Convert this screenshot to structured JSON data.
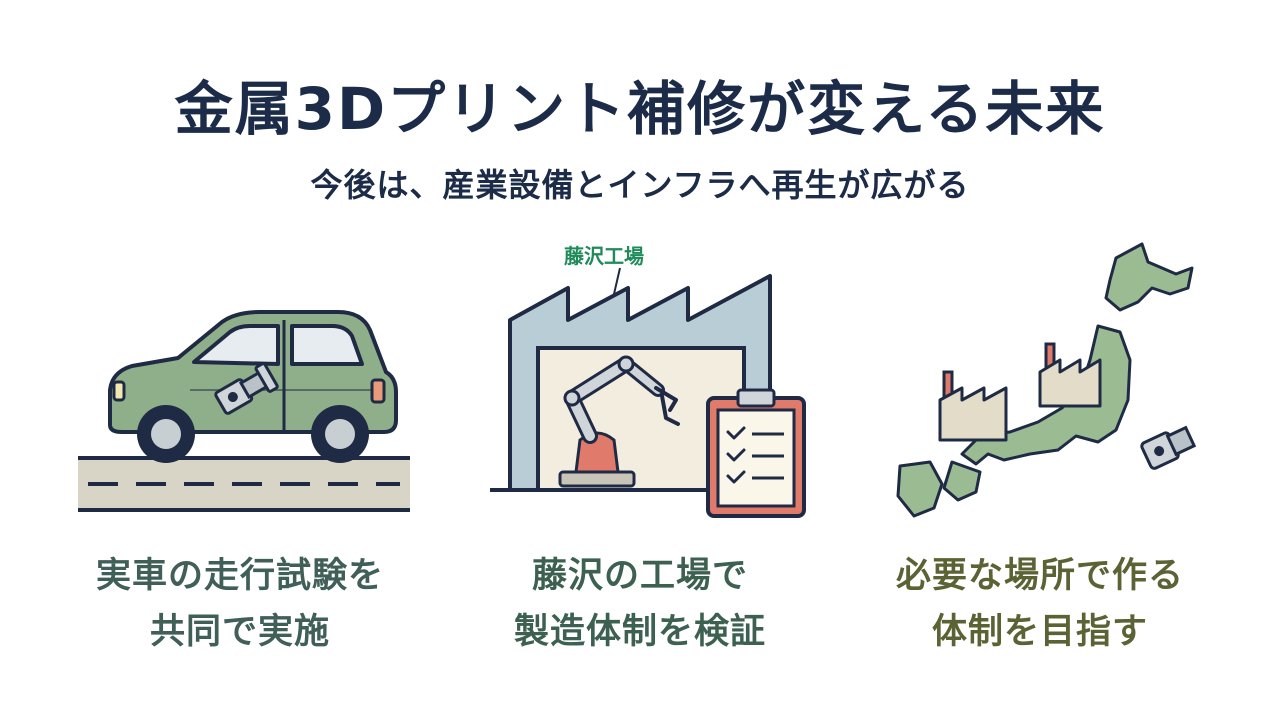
{
  "title": "金属3Dプリント補修が変える未来",
  "subtitle": "今後は、産業設備とインフラへ再生が広がる",
  "panels": [
    {
      "id": "left",
      "caption_lines": [
        "実車の走行試験を",
        "共同で実施"
      ],
      "icons": [
        "car-icon",
        "road-icon",
        "repaired-part-icon"
      ]
    },
    {
      "id": "center",
      "label": "藤沢工場",
      "caption_lines": [
        "藤沢の工場で",
        "製造体制を検証"
      ],
      "icons": [
        "factory-icon",
        "robot-arm-icon",
        "clipboard-checklist-icon"
      ]
    },
    {
      "id": "right",
      "caption_lines": [
        "必要な場所で作る",
        "体制を目指す"
      ],
      "icons": [
        "japan-map-icon",
        "factory-icon",
        "repaired-part-icon"
      ]
    }
  ],
  "colors": {
    "title": "#1b2b48",
    "car_body": "#8fae8a",
    "outline": "#1f2b44",
    "factory_wall": "#b9cdd7",
    "robot_base": "#e07a6a",
    "map_land": "#9bbb93",
    "caption_left": "#3f5f58",
    "caption_center": "#3d6150",
    "caption_right": "#5b6334"
  }
}
